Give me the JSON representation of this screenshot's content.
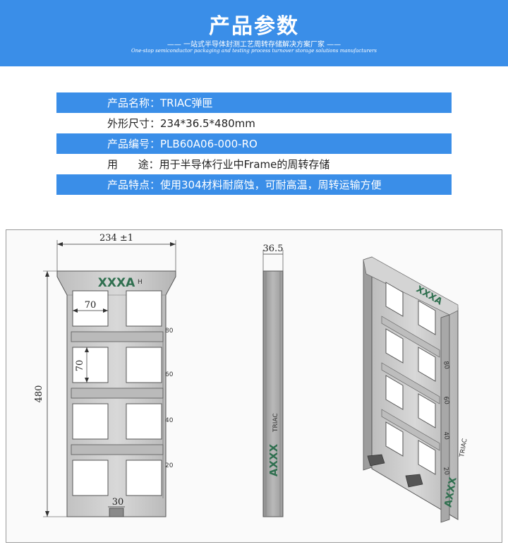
{
  "header": {
    "title": "产品参数",
    "subtitle": "一站式半导体封测工艺周转存储解决方案厂家",
    "subtitle_en": "One-stop semiconductor packaging and testing process turnover storage solutions manufacturers"
  },
  "specs": [
    {
      "label": "产品名称：",
      "value": "TRIAC弹匣",
      "highlight": true
    },
    {
      "label": "外形尺寸：",
      "value": "234*36.5*480mm",
      "highlight": false
    },
    {
      "label": "产品编号：",
      "value": "PLB60A06-000-RO",
      "highlight": true
    },
    {
      "label": "用      途：",
      "value": "用于半导体行业中Frame的周转存储",
      "highlight": false
    },
    {
      "label": "产品特点：",
      "value": "使用304材料耐腐蚀，可耐高温，周转运输方便",
      "highlight": true
    }
  ],
  "drawing": {
    "width_dim": "234 ±1",
    "height_dim": "480",
    "window_w_dim": "70",
    "window_h_dim": "70",
    "slot_dim": "30",
    "depth_dim": "36.5",
    "mark_front": "XXXA",
    "mark_front_small": "H",
    "mark_side": "AXXX",
    "mark_side_small": "TRIAC",
    "mark_iso": "XXXA",
    "mark_iso_bottom": "AXXX",
    "mark_iso_bottom_small": "TRIAC",
    "scale_ticks": [
      "80",
      "60",
      "40",
      "20"
    ]
  },
  "colors": {
    "banner": "#3a8ee8",
    "metal": "#c9c9c9",
    "metal_dark": "#9e9e9e",
    "mark": "#2f6f4f"
  }
}
